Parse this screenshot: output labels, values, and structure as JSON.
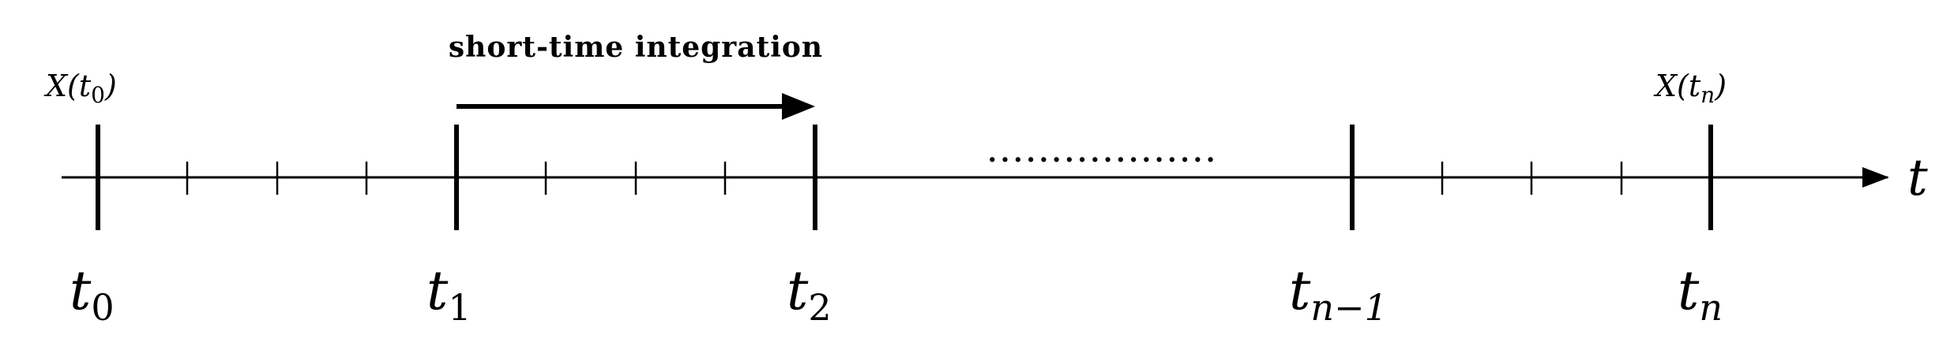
{
  "diagram": {
    "arrow_label": "short-time integration",
    "axis_label": "t",
    "state_start": {
      "prefix": "X(",
      "var": "t",
      "sub": "0",
      "suffix": ")"
    },
    "state_end": {
      "prefix": "X(",
      "var": "t",
      "sub": "n",
      "suffix": ")"
    },
    "ellipsis": "..................",
    "time_points": [
      {
        "var": "t",
        "sub": "0"
      },
      {
        "var": "t",
        "sub": "1"
      },
      {
        "var": "t",
        "sub": "2"
      },
      {
        "var": "t",
        "sub": "n−1"
      },
      {
        "var": "t",
        "sub": "n"
      }
    ]
  }
}
